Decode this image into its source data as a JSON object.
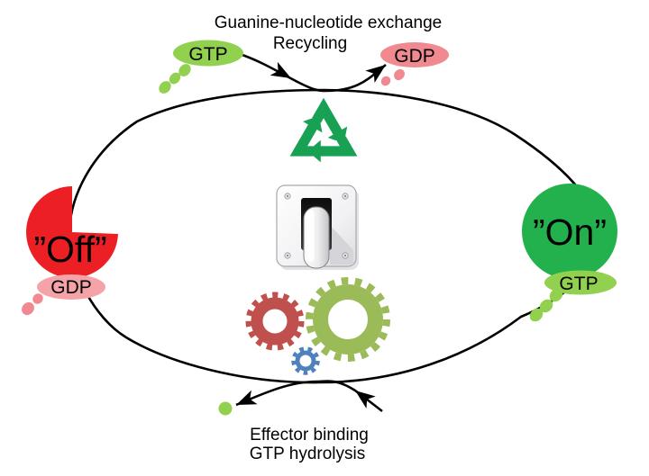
{
  "labels": {
    "top_line1": "Guanine-nucleotide exchange",
    "top_line2": "Recycling",
    "bottom_line1": "Effector binding",
    "bottom_line2": "GTP hydrolysis",
    "gtp_in": "GTP",
    "gdp_out": "GDP",
    "off_state": "”Off”",
    "off_nucleotide": "GDP",
    "on_state": "”On”",
    "on_nucleotide": "GTP"
  },
  "icons": {
    "recycle": "recycle-symbol",
    "switch": "light-switch",
    "gears": "gear-train"
  },
  "colors": {
    "bright_green": "#92D050",
    "on_green": "#23B14D",
    "recycle_green": "#18A053",
    "off_red": "#EC2024",
    "pink_light": "#F5A3A8",
    "pink_dark": "#F08A90",
    "gear_red": "#C0504D",
    "gear_green": "#9BBB59",
    "gear_blue": "#4F81BD",
    "line": "#000000"
  }
}
